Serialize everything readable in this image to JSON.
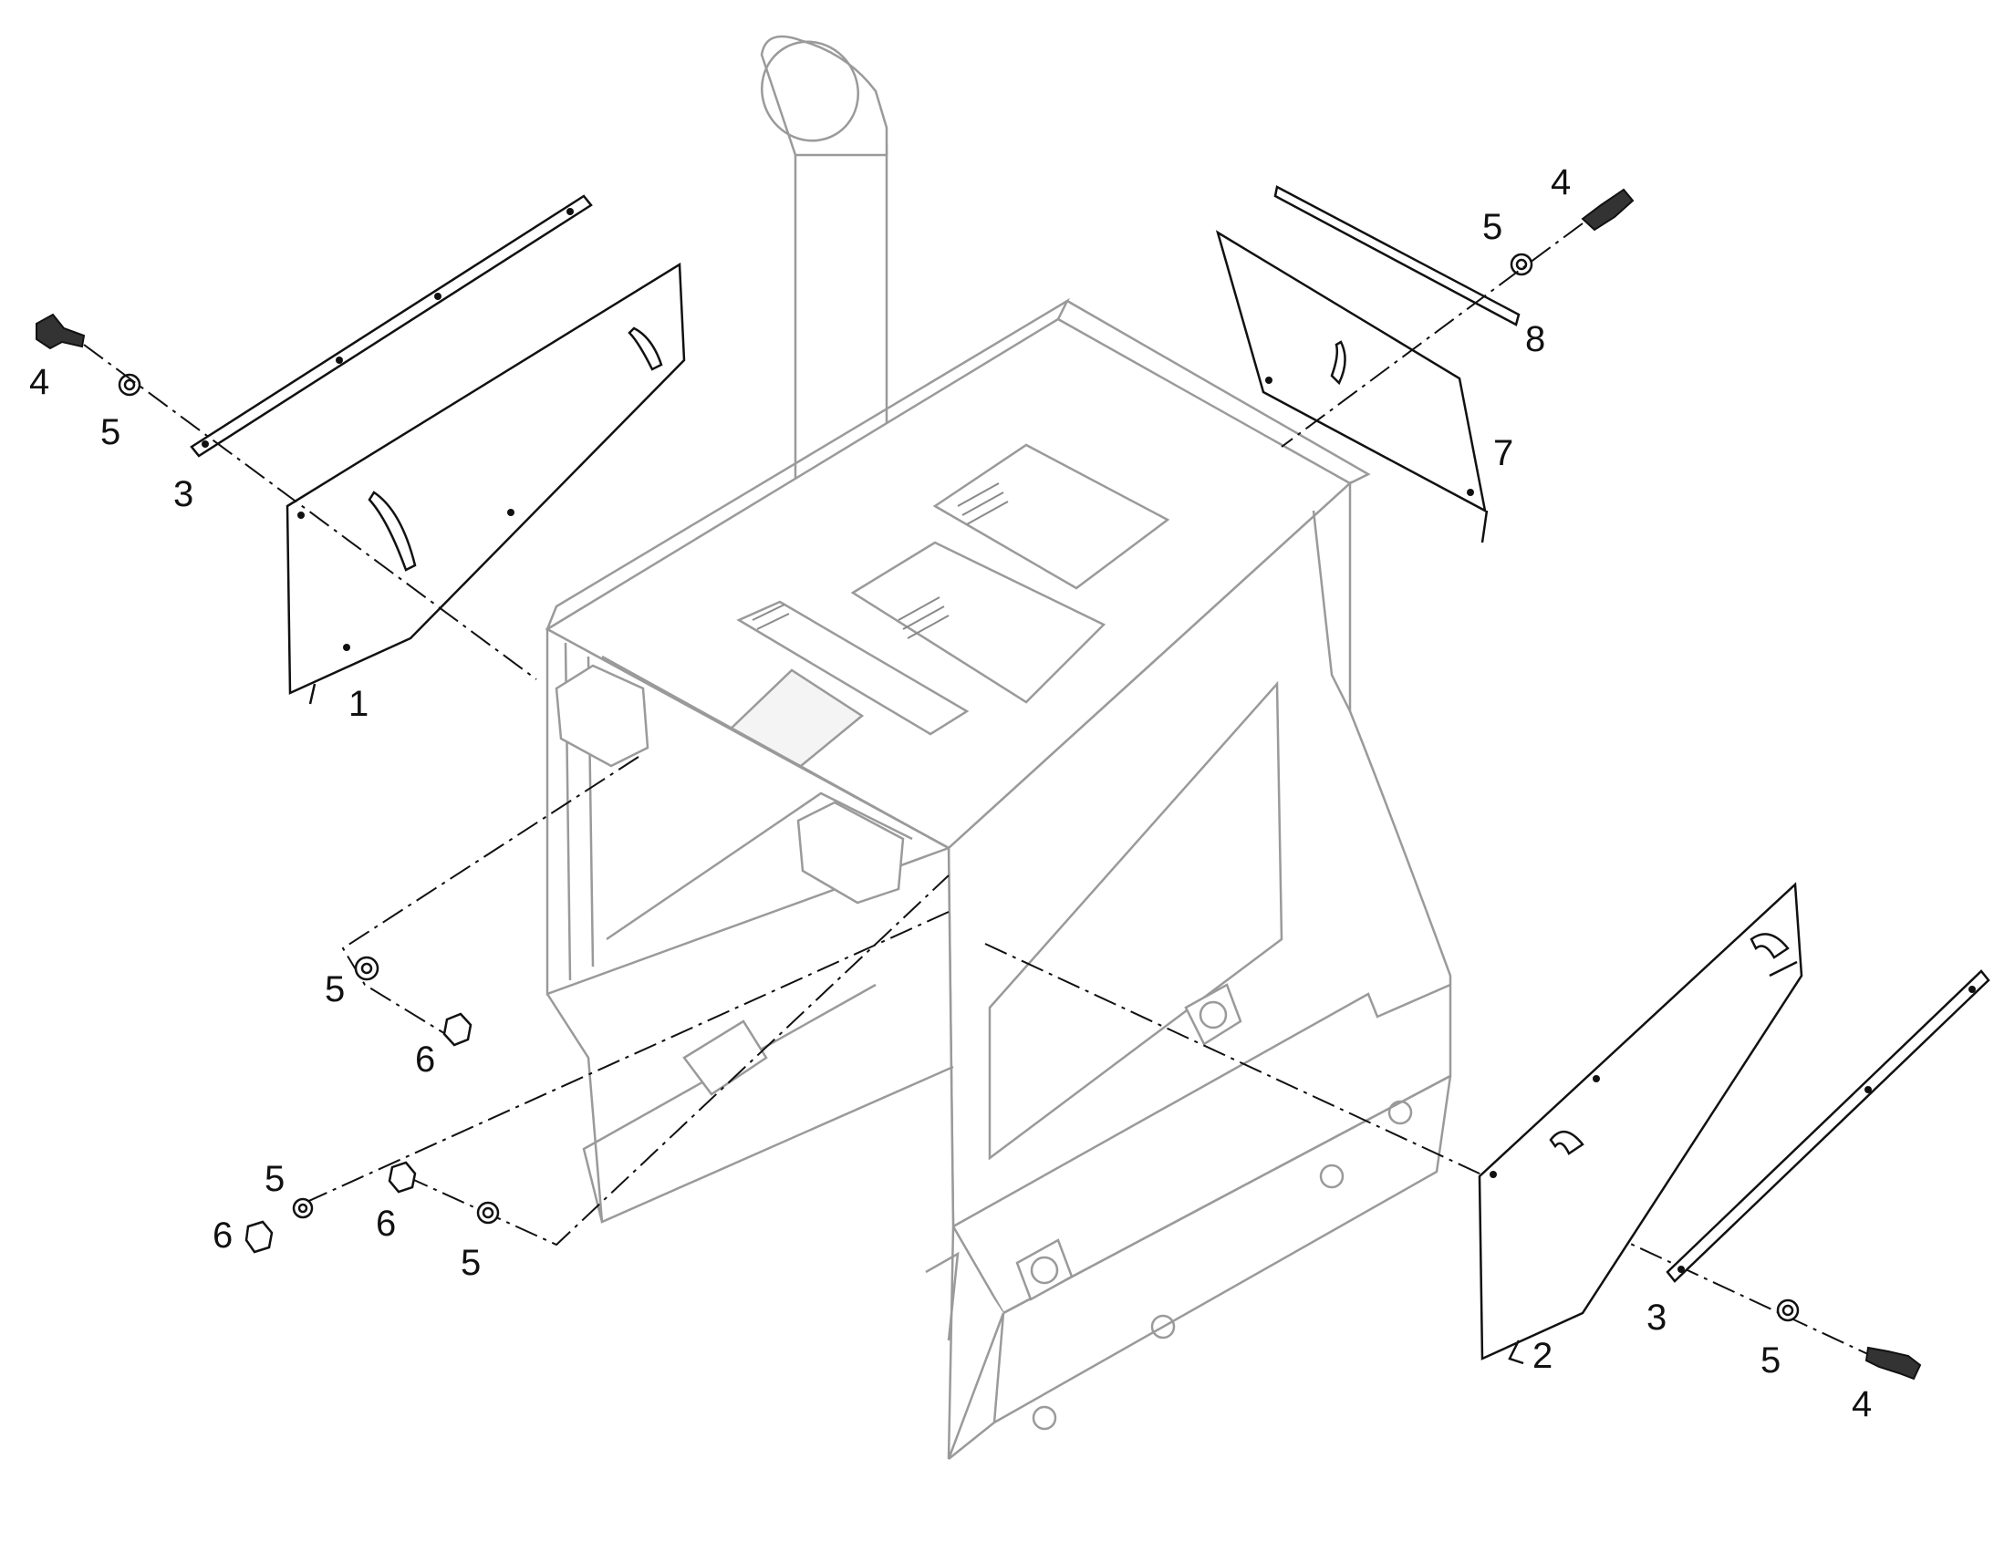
{
  "diagram": {
    "type": "exploded-parts-view",
    "colors": {
      "line": "#111111",
      "assembly": "#9a9a9a",
      "background": "#ffffff"
    },
    "callouts": {
      "part_1": "1",
      "part_2": "2",
      "part_3_left": "3",
      "part_3_right": "3",
      "part_4_upper_left": "4",
      "part_4_upper_right": "4",
      "part_4_lower_right": "4",
      "part_5_upper_left": "5",
      "part_5_upper_right": "5",
      "part_5_mid_left": "5",
      "part_5_lower_left_a": "5",
      "part_5_lower_left_b": "5",
      "part_5_lower_right": "5",
      "part_6_mid_left": "6",
      "part_6_lower_left_a": "6",
      "part_6_lower_left_b": "6",
      "part_7": "7",
      "part_8": "8"
    }
  }
}
